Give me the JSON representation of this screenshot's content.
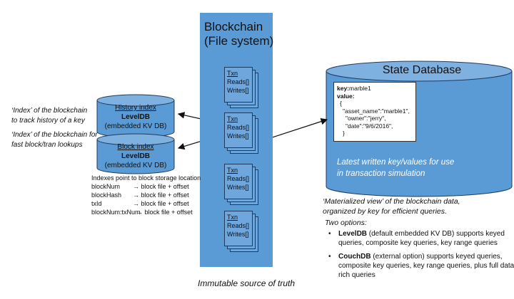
{
  "blockchain": {
    "title": "Blockchain\n(File system)",
    "footer": "Immutable source of truth",
    "txns": [
      {
        "id": "Txn",
        "reads": "Reads[]",
        "writes": "Writes[]"
      },
      {
        "id": "Txn",
        "reads": "Reads[]",
        "writes": "Writes[]"
      },
      {
        "id": "Txn",
        "reads": "Reads[]",
        "writes": "Writes[]"
      },
      {
        "id": "Txn",
        "reads": "Reads[]",
        "writes": "Writes[]"
      }
    ]
  },
  "history_index": {
    "title": "History index",
    "engine": "LevelDB",
    "sub": "(embedded KV DB)",
    "caption": "‘Index’ of the blockchain\nto track history of a key"
  },
  "block_index": {
    "title": "Block index",
    "engine": "LevelDB",
    "sub": "(embedded KV DB)",
    "caption": "‘Index’ of the blockchain for\nfast block/tran lookups"
  },
  "pointers": {
    "heading": "Indexes point to block storage location",
    "rows": [
      {
        "key": "blockNum",
        "val": "→ block file + offset"
      },
      {
        "key": "blockHash",
        "val": "→ block file + offset"
      },
      {
        "key": "txId",
        "val": "→ block file + offset"
      },
      {
        "key": "blockNum:txNum",
        "val": "→ block file + offset"
      }
    ]
  },
  "state_db": {
    "title": "State Database",
    "kv": {
      "key_label": "key:",
      "key_value": "marble1",
      "value_label": "value:",
      "lines": [
        "{",
        "\"asset_name\":\"marble1\",",
        "\"owner\":\"jerry\",",
        "\"date\":\"9/6/2016\",",
        "}"
      ]
    },
    "latest": "Latest written key/values for use\nin transaction simulation"
  },
  "materialized": "‘Materialized view’ of the blockchain data,\norganized by key for efficient queries.",
  "options_title": "Two options:",
  "options": [
    {
      "name": "LevelDB",
      "text": " (default embedded KV DB) supports keyed queries, composite key queries, key range queries"
    },
    {
      "name": "CouchDB",
      "text": " (external option) supports keyed queries, composite key queries, key range queries, plus full data rich queries"
    }
  ],
  "colors": {
    "panel": "#5b9bd5",
    "txn": "#6fa6dc",
    "outline": "#1f3a5f",
    "arrow": "#111111"
  }
}
